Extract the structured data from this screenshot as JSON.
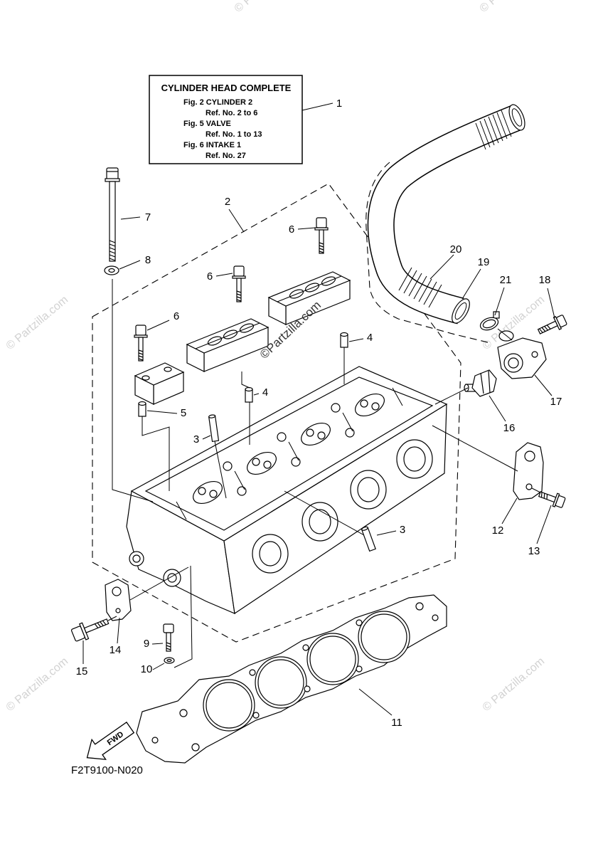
{
  "title_box": {
    "heading": "CYLINDER HEAD COMPLETE",
    "entries": [
      {
        "fig": "Fig. 2 CYLINDER 2",
        "ref": "Ref. No. 2 to 6"
      },
      {
        "fig": "Fig. 5 VALVE",
        "ref": "Ref. No. 1 to 13"
      },
      {
        "fig": "Fig. 6 INTAKE 1",
        "ref": "Ref. No. 27"
      }
    ]
  },
  "callouts": [
    "1",
    "2",
    "3",
    "3",
    "4",
    "4",
    "5",
    "6",
    "6",
    "6",
    "7",
    "8",
    "9",
    "10",
    "11",
    "12",
    "13",
    "14",
    "15",
    "16",
    "17",
    "18",
    "19",
    "20",
    "21"
  ],
  "fwd_label": "FWD",
  "drawing_code": "F2T9100-N020",
  "watermarks": {
    "edge": "© Partzilla.com",
    "center": "©Partzilla.com"
  }
}
